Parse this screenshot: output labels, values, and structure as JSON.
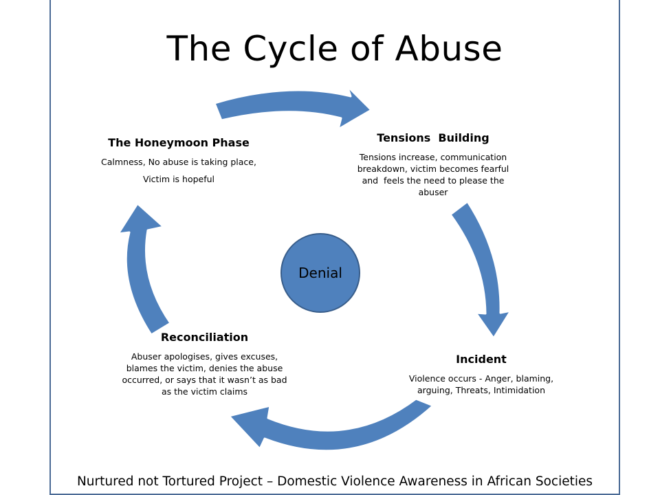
{
  "title": "The Cycle of Abuse",
  "center": "Denial",
  "phases": {
    "honeymoon": {
      "heading": "The Honeymoon Phase",
      "lines": [
        "Calmness, No abuse is taking place,",
        "Victim is hopeful"
      ]
    },
    "tensions": {
      "heading": "Tensions  Building",
      "lines": [
        "Tensions increase, communication",
        "breakdown, victim becomes fearful",
        "and  feels the need to please the",
        "abuser"
      ]
    },
    "incident": {
      "heading": "Incident",
      "lines": [
        "Violence occurs - Anger, blaming,",
        "arguing, Threats, Intimidation"
      ]
    },
    "reconciliation": {
      "heading": "Reconciliation",
      "lines": [
        "Abuser apologises, gives excuses,",
        "blames the victim, denies the abuse",
        "occurred, or says that it wasn’t as bad",
        "as the victim claims"
      ]
    }
  },
  "footer": "Nurtured not Tortured Project – Domestic Violence Awareness in African Societies",
  "colors": {
    "arrow_fill": "#4f81bd",
    "arrow_stroke": "#ffffff",
    "frame": "#4a6a95"
  }
}
